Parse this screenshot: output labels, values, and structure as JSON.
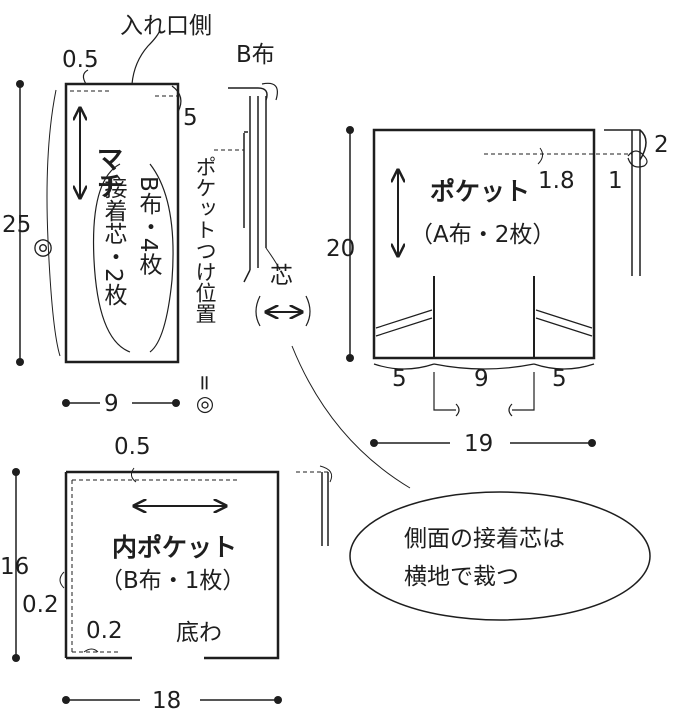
{
  "gusset": {
    "opening_side": "入れ口側",
    "seam_top": "0.5",
    "seam_side": "5",
    "height": "25",
    "circle_mark": "◎",
    "title": "マチ",
    "material_1": "B布・4枚",
    "material_2": "接着芯・2枚",
    "width": "9",
    "pocket_position_1": "ポケットつけ位置",
    "pocket_position_2": "=◎"
  },
  "fabric_b_label": "B布",
  "interfacing_label": "芯",
  "pocket": {
    "title": "ポケット",
    "material": "（A布・2枚）",
    "height": "20",
    "fold_1_8": "1.8",
    "fold_2": "2",
    "fold_1": "1",
    "dim_left": "5",
    "dim_mid": "9",
    "dim_right": "5",
    "width": "19"
  },
  "inner_pocket": {
    "seam_top": "0.5",
    "height": "16",
    "seam_side": "0.2",
    "seam_bottom": "0.2",
    "title": "内ポケット",
    "material": "（B布・1枚）",
    "bottom_fold": "底わ",
    "width": "18"
  },
  "note_line_1": "側面の接着芯は",
  "note_line_2": "横地で裁つ"
}
